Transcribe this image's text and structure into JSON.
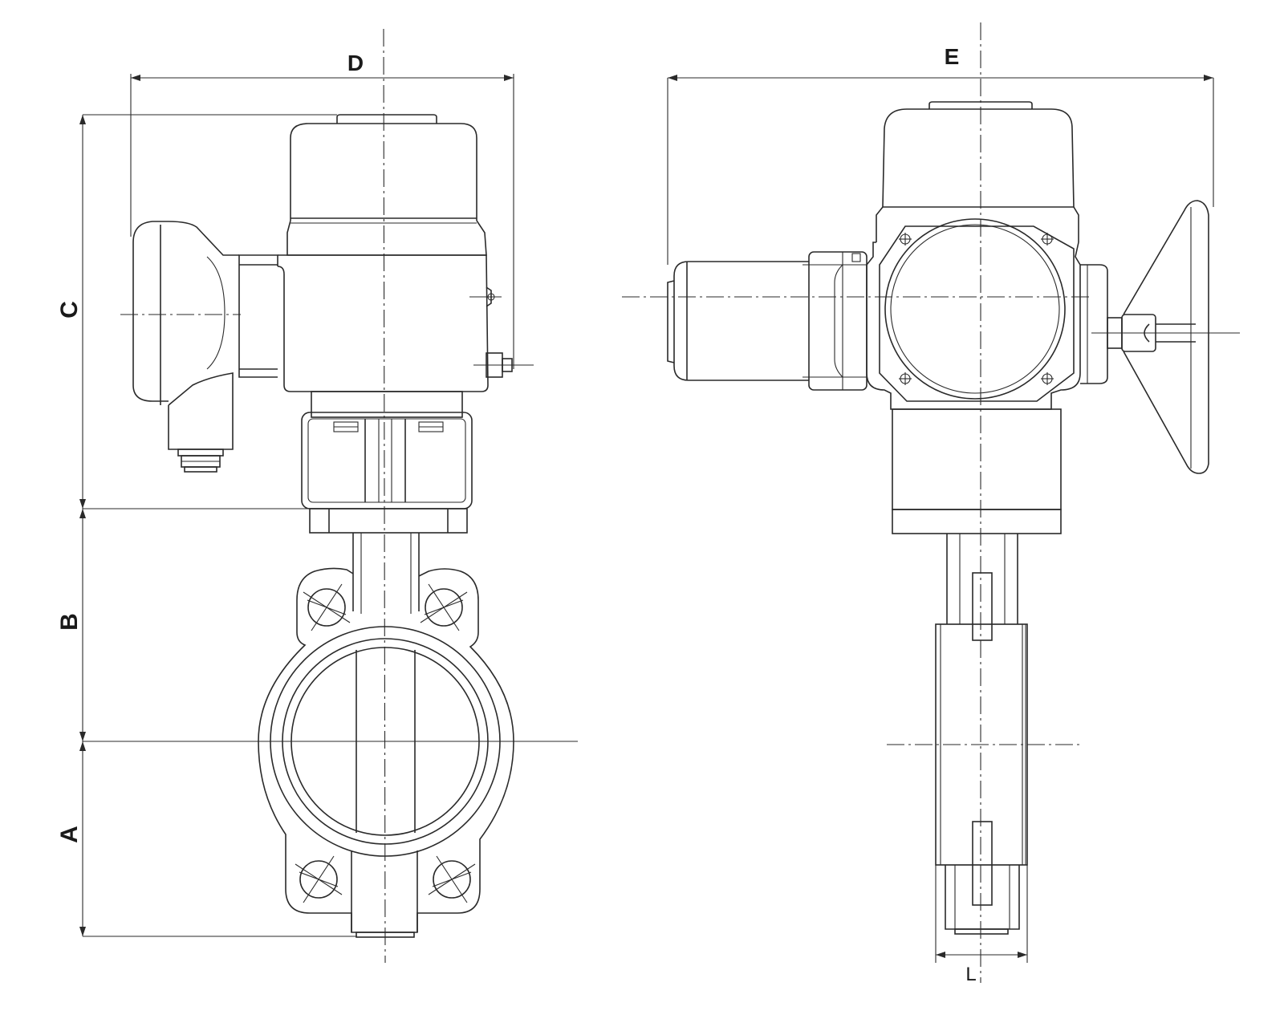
{
  "labels": {
    "A": "A",
    "B": "B",
    "C": "C",
    "D": "D",
    "E": "E",
    "L": "L"
  },
  "colors": {
    "line": "#2a2a2a",
    "background": "#ffffff"
  }
}
